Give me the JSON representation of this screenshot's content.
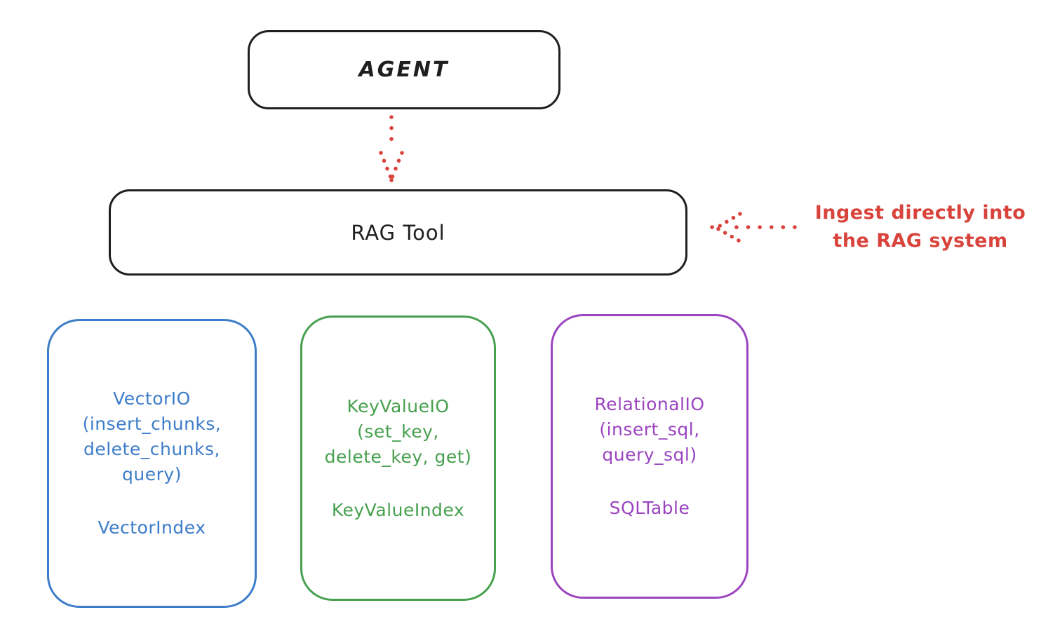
{
  "diagram": {
    "title_hint": "RAG Tool architecture sketch",
    "agent_box": {
      "label": "AGENT"
    },
    "rag_tool_box": {
      "label": "RAG Tool"
    },
    "annotation": {
      "lines": [
        "Ingest directly into",
        "the RAG system"
      ],
      "color": "#d8443c",
      "arrow": "dotted-arrow-pointing-left-at-rag-tool"
    },
    "agent_to_rag_arrow": {
      "style": "dotted",
      "direction": "down",
      "color": "#d8443c"
    },
    "storage_boxes": [
      {
        "id": "vector-io",
        "color": "#3d7cc9",
        "io_lines": [
          "VectorIO",
          "(insert_chunks,",
          "delete_chunks,",
          "query)"
        ],
        "index_label": "VectorIndex"
      },
      {
        "id": "key-value-io",
        "color": "#47a04e",
        "io_lines": [
          "KeyValueIO",
          "(set_key,",
          "delete_key, get)"
        ],
        "index_label": "KeyValueIndex"
      },
      {
        "id": "relational-io",
        "color": "#9b44c0",
        "io_lines": [
          "RelationalIO",
          "(insert_sql,",
          "query_sql)"
        ],
        "index_label": "SQLTable"
      }
    ],
    "colors": {
      "outline_black": "#1f1f1f",
      "red": "#d8443c",
      "blue": "#3d7cc9",
      "green": "#47a04e",
      "purple": "#9b44c0",
      "background": "#ffffff"
    }
  }
}
